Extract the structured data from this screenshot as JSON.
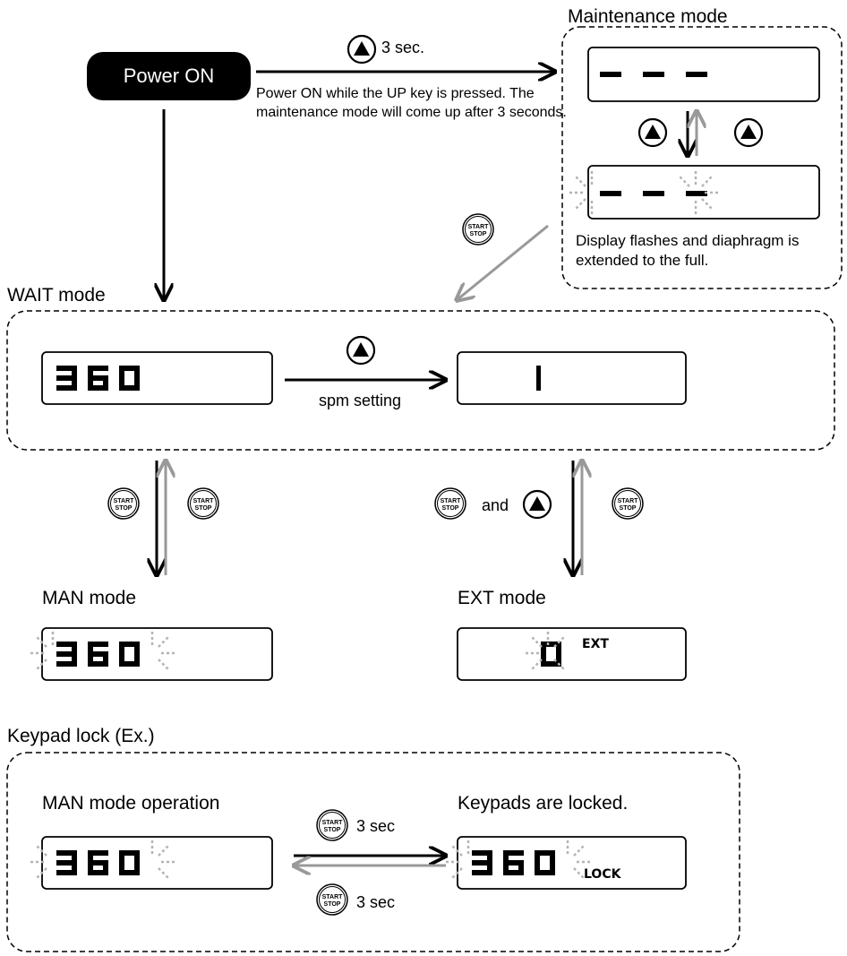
{
  "colors": {
    "ink": "#000000",
    "grey": "#999999",
    "flash": "#b4b4b4"
  },
  "icons": {
    "up_key": "up-triangle-button-icon",
    "start_stop_key": "start-stop-button-icon"
  },
  "start_stop_key": {
    "line1": "START",
    "line2": "STOP"
  },
  "power_on": {
    "label": "Power ON",
    "to_maintenance": "3 sec.",
    "note": "Power ON while the UP key is pressed. The maintenance mode will come up after 3 seconds."
  },
  "maintenance": {
    "title": "Maintenance mode",
    "display_top": "- - -",
    "display_bottom": "- - -",
    "note": "Display flashes and diaphragm is extended to the full."
  },
  "wait": {
    "title": "WAIT mode",
    "display_left": "360",
    "display_right": "1",
    "arrow_label": "spm setting"
  },
  "man": {
    "title": "MAN mode",
    "display": "360"
  },
  "ext": {
    "title": "EXT mode",
    "display": "0",
    "tag": "EXT",
    "key_joiner": "and"
  },
  "keypad_lock": {
    "title": "Keypad lock (Ex.)",
    "left_label": "MAN mode operation",
    "right_label": "Keypads are locked.",
    "display_left": "360",
    "display_right": "360",
    "tag": "LOCK",
    "lock_time": "3 sec",
    "unlock_time": "3 sec"
  }
}
